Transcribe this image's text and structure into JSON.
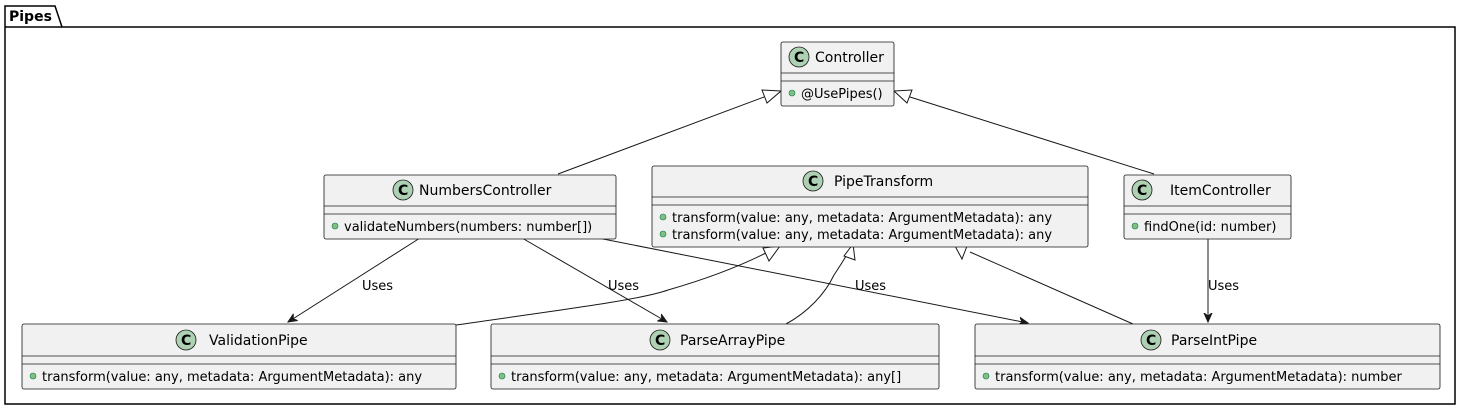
{
  "package": {
    "title": "Pipes"
  },
  "classes": {
    "controller": {
      "name": "Controller",
      "stereotype": "C",
      "members": [
        "@UsePipes()"
      ]
    },
    "numbers_controller": {
      "name": "NumbersController",
      "stereotype": "C",
      "members": [
        "validateNumbers(numbers: number[])"
      ]
    },
    "pipe_transform": {
      "name": "PipeTransform",
      "stereotype": "C",
      "members": [
        "transform(value: any, metadata: ArgumentMetadata): any",
        "transform(value: any, metadata: ArgumentMetadata): any"
      ]
    },
    "item_controller": {
      "name": "ItemController",
      "stereotype": "C",
      "members": [
        "findOne(id: number)"
      ]
    },
    "validation_pipe": {
      "name": "ValidationPipe",
      "stereotype": "C",
      "members": [
        "transform(value: any, metadata: ArgumentMetadata): any"
      ]
    },
    "parse_array_pipe": {
      "name": "ParseArrayPipe",
      "stereotype": "C",
      "members": [
        "transform(value: any, metadata: ArgumentMetadata): any[]"
      ]
    },
    "parse_int_pipe": {
      "name": "ParseIntPipe",
      "stereotype": "C",
      "members": [
        "transform(value: any, metadata: ArgumentMetadata): number"
      ]
    }
  },
  "relations": [
    {
      "id": "numbers-to-validation",
      "label": "Uses"
    },
    {
      "id": "numbers-to-parsearray",
      "label": "Uses"
    },
    {
      "id": "numbers-to-parseint",
      "label": "Uses"
    },
    {
      "id": "item-to-parseint",
      "label": "Uses"
    }
  ],
  "colors": {
    "class_fill": "#F1F1F1",
    "class_border": "#181818",
    "circle_fill": "#ADD1B2",
    "line": "#181818"
  }
}
